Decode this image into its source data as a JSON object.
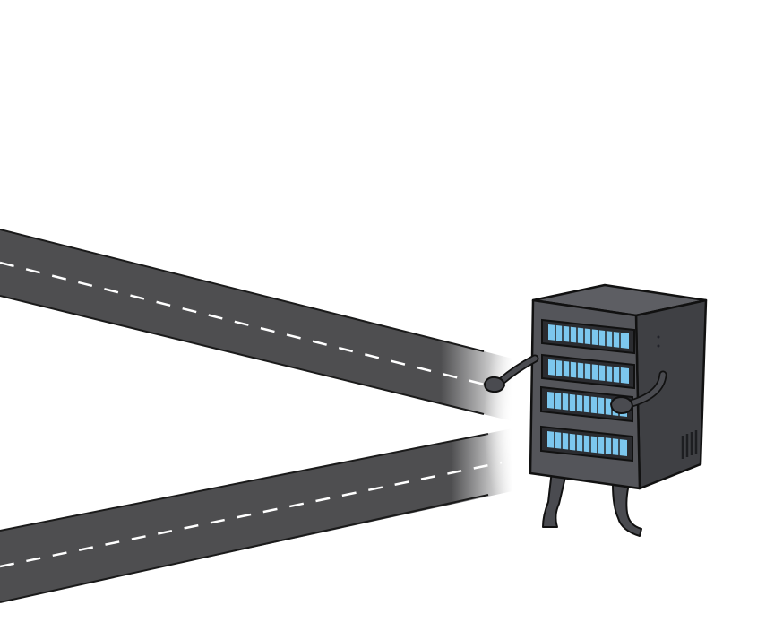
{
  "scene": {
    "background": "#ffffff",
    "subjects": [
      "server-rack-character",
      "upper-road",
      "lower-road"
    ]
  },
  "colors": {
    "road": "#4e4e50",
    "road_edge": "#1a1a1a",
    "lane_marking": "#ffffff",
    "server_front": "#54555a",
    "server_side": "#3f4044",
    "server_top": "#5d5e63",
    "drive_slot": "#2b2c30",
    "led_blue": "#7cc7ee",
    "outline": "#111111",
    "limb": "#4a4b50"
  }
}
